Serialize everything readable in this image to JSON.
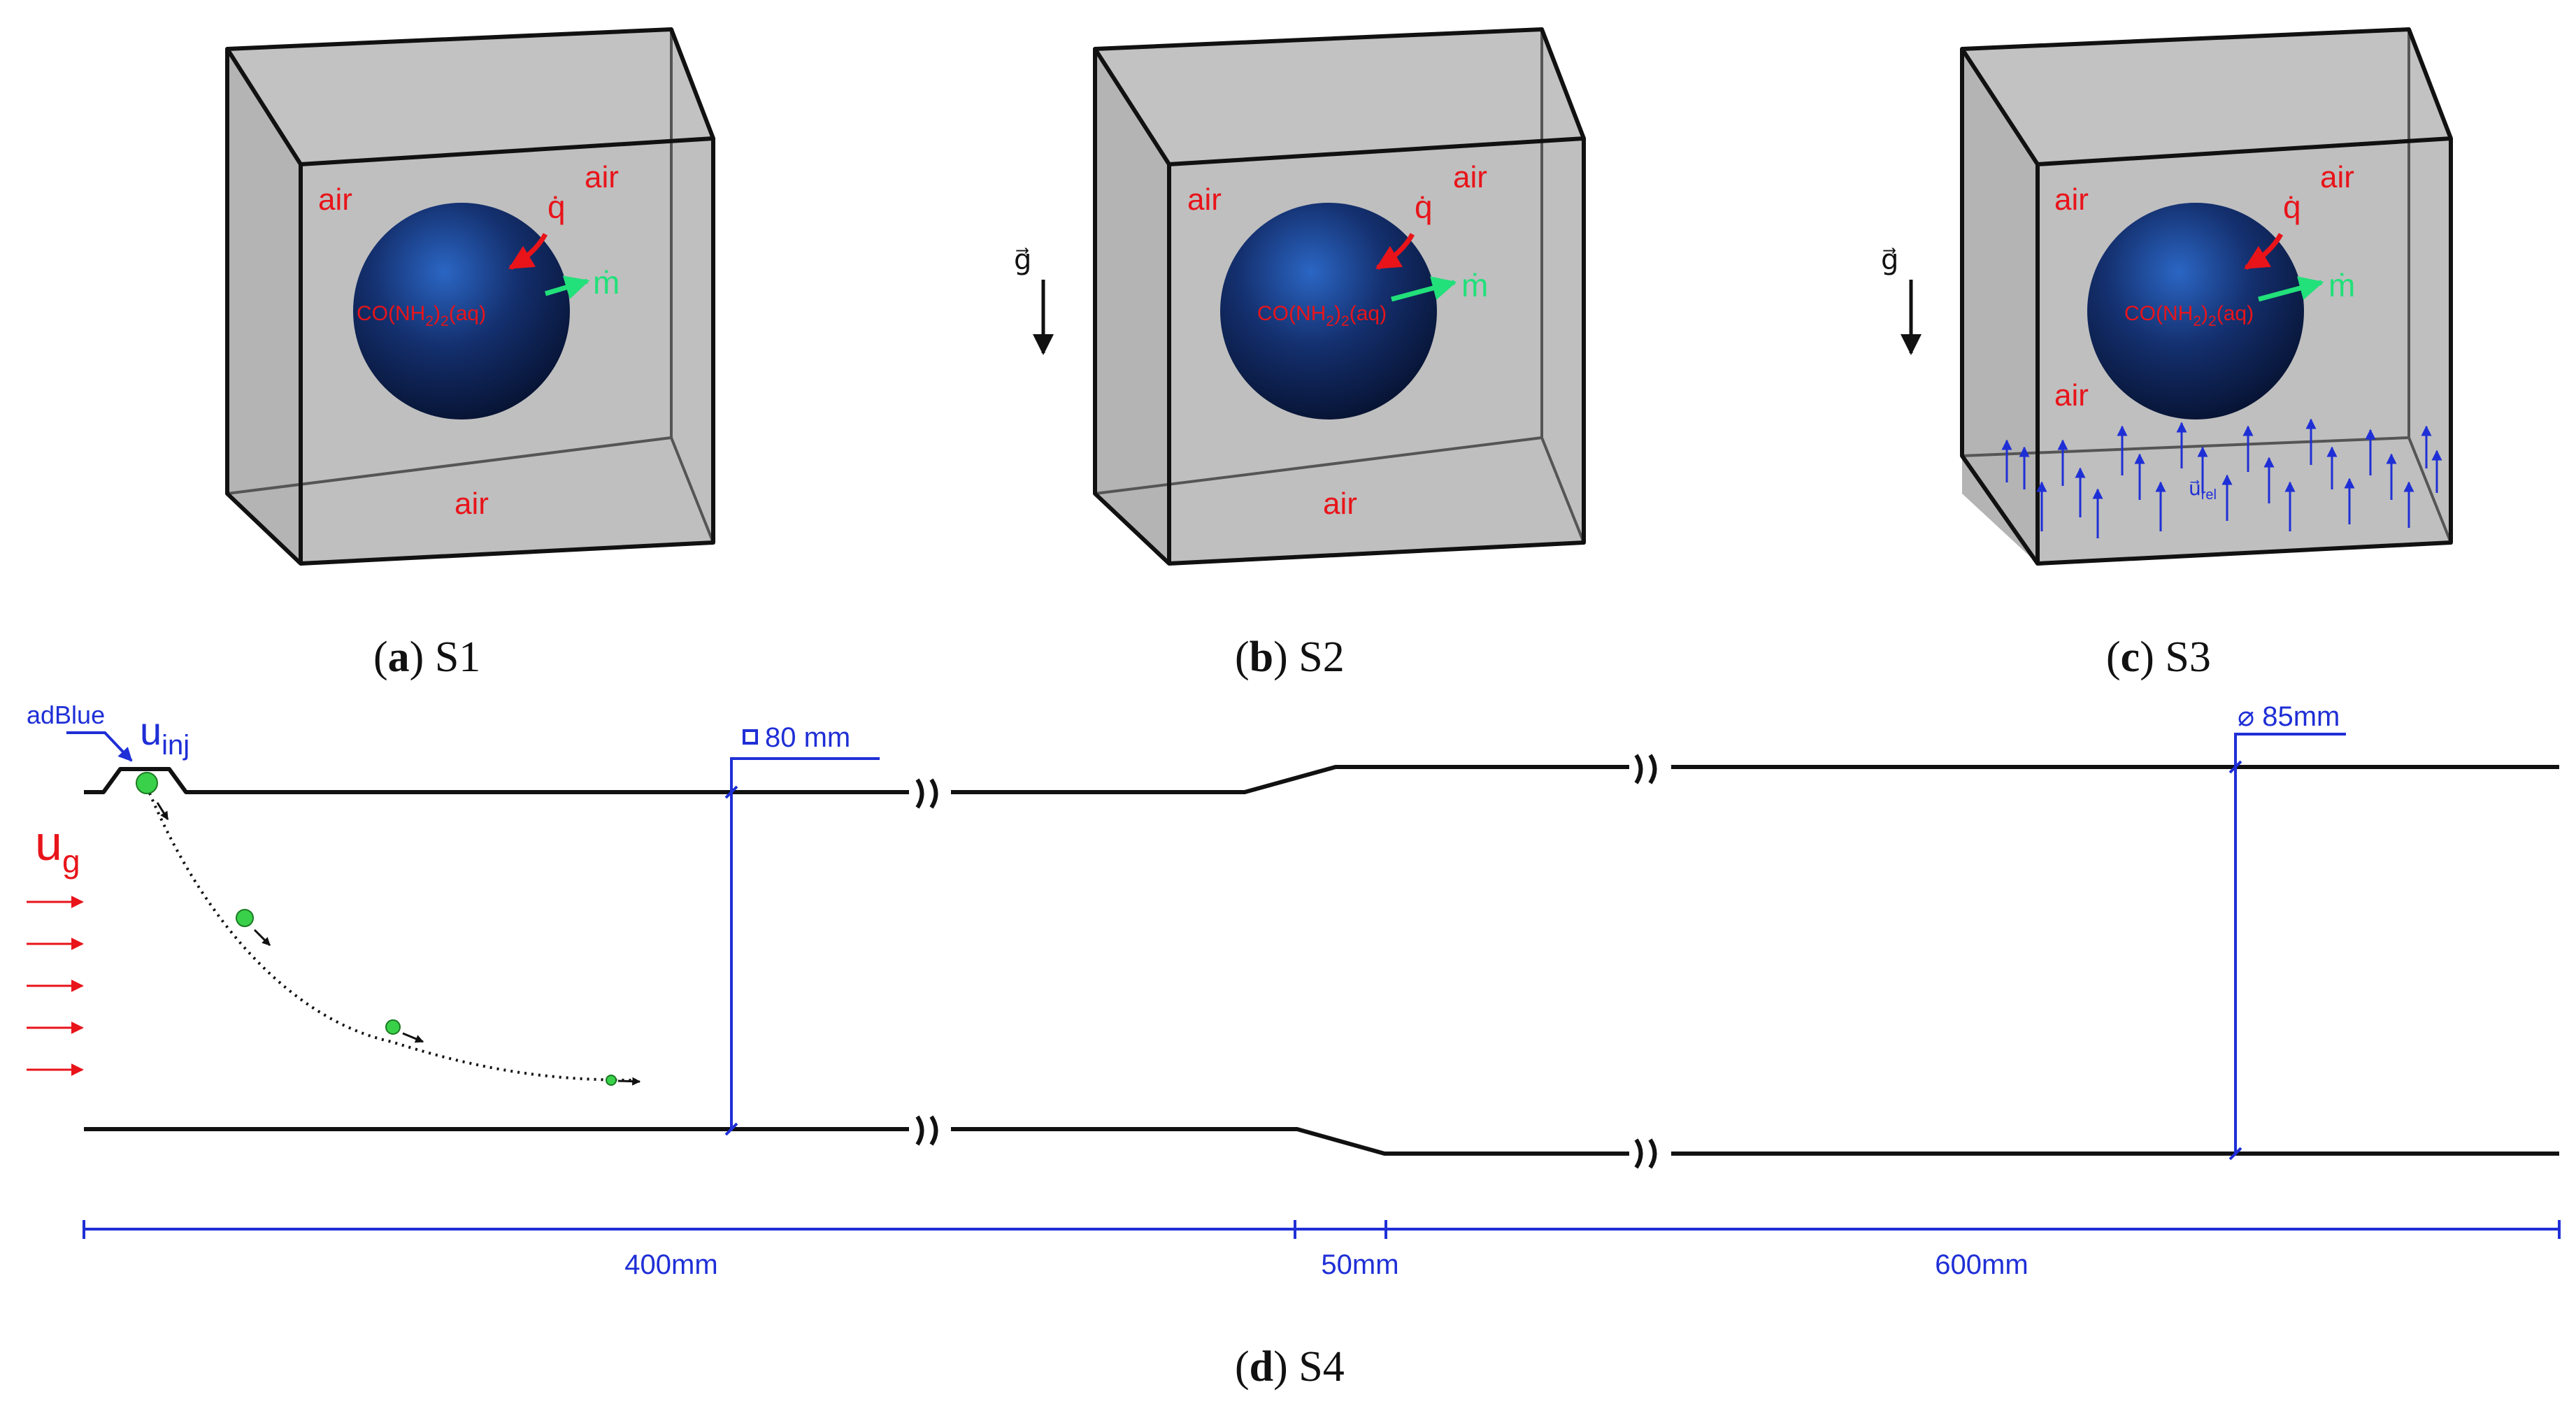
{
  "panels": [
    {
      "id": "a",
      "caption_letter": "a",
      "caption_text": "S1",
      "labels": {
        "air_left": "air",
        "air_right": "air",
        "air_bottom": "air",
        "q": "q̇",
        "m": "ṁ",
        "droplet": "CO(NH",
        "sub1": "2",
        "mid": ")",
        "sub2": "2",
        "tail": "(aq)"
      }
    },
    {
      "id": "b",
      "caption_letter": "b",
      "caption_text": "S2",
      "labels": {
        "gravity": "g⃗",
        "air_left": "air",
        "air_right": "air",
        "air_bottom": "air",
        "q": "q̇",
        "m": "ṁ",
        "droplet": "CO(NH",
        "sub1": "2",
        "mid": ")",
        "sub2": "2",
        "tail": "(aq)"
      }
    },
    {
      "id": "c",
      "caption_letter": "c",
      "caption_text": "S3",
      "labels": {
        "gravity": "g⃗",
        "air_left": "air",
        "air_right": "air",
        "air_mid": "air",
        "q": "q̇",
        "m": "ṁ",
        "droplet": "CO(NH",
        "sub1": "2",
        "mid": ")",
        "sub2": "2",
        "tail": "(aq)",
        "urel": "u⃗",
        "urel_sub": "rel"
      }
    },
    {
      "id": "d",
      "caption_letter": "d",
      "caption_text": "S4",
      "labels": {
        "adblue": "adBlue",
        "u_inj": "u",
        "u_inj_sub": "inj",
        "u_g": "u",
        "u_g_sub": "g",
        "square_dim": "80 mm",
        "circle_dim": "⌀ 85mm",
        "len_1": "400mm",
        "len_2": "50mm",
        "len_3": "600mm"
      }
    }
  ],
  "colors": {
    "red": "#e8141a",
    "blue": "#1f2fd6",
    "green": "#22e07a",
    "box_fill": "#bdbdbd",
    "droplet_core": "#1c4fa8",
    "droplet_edge": "#071738"
  }
}
